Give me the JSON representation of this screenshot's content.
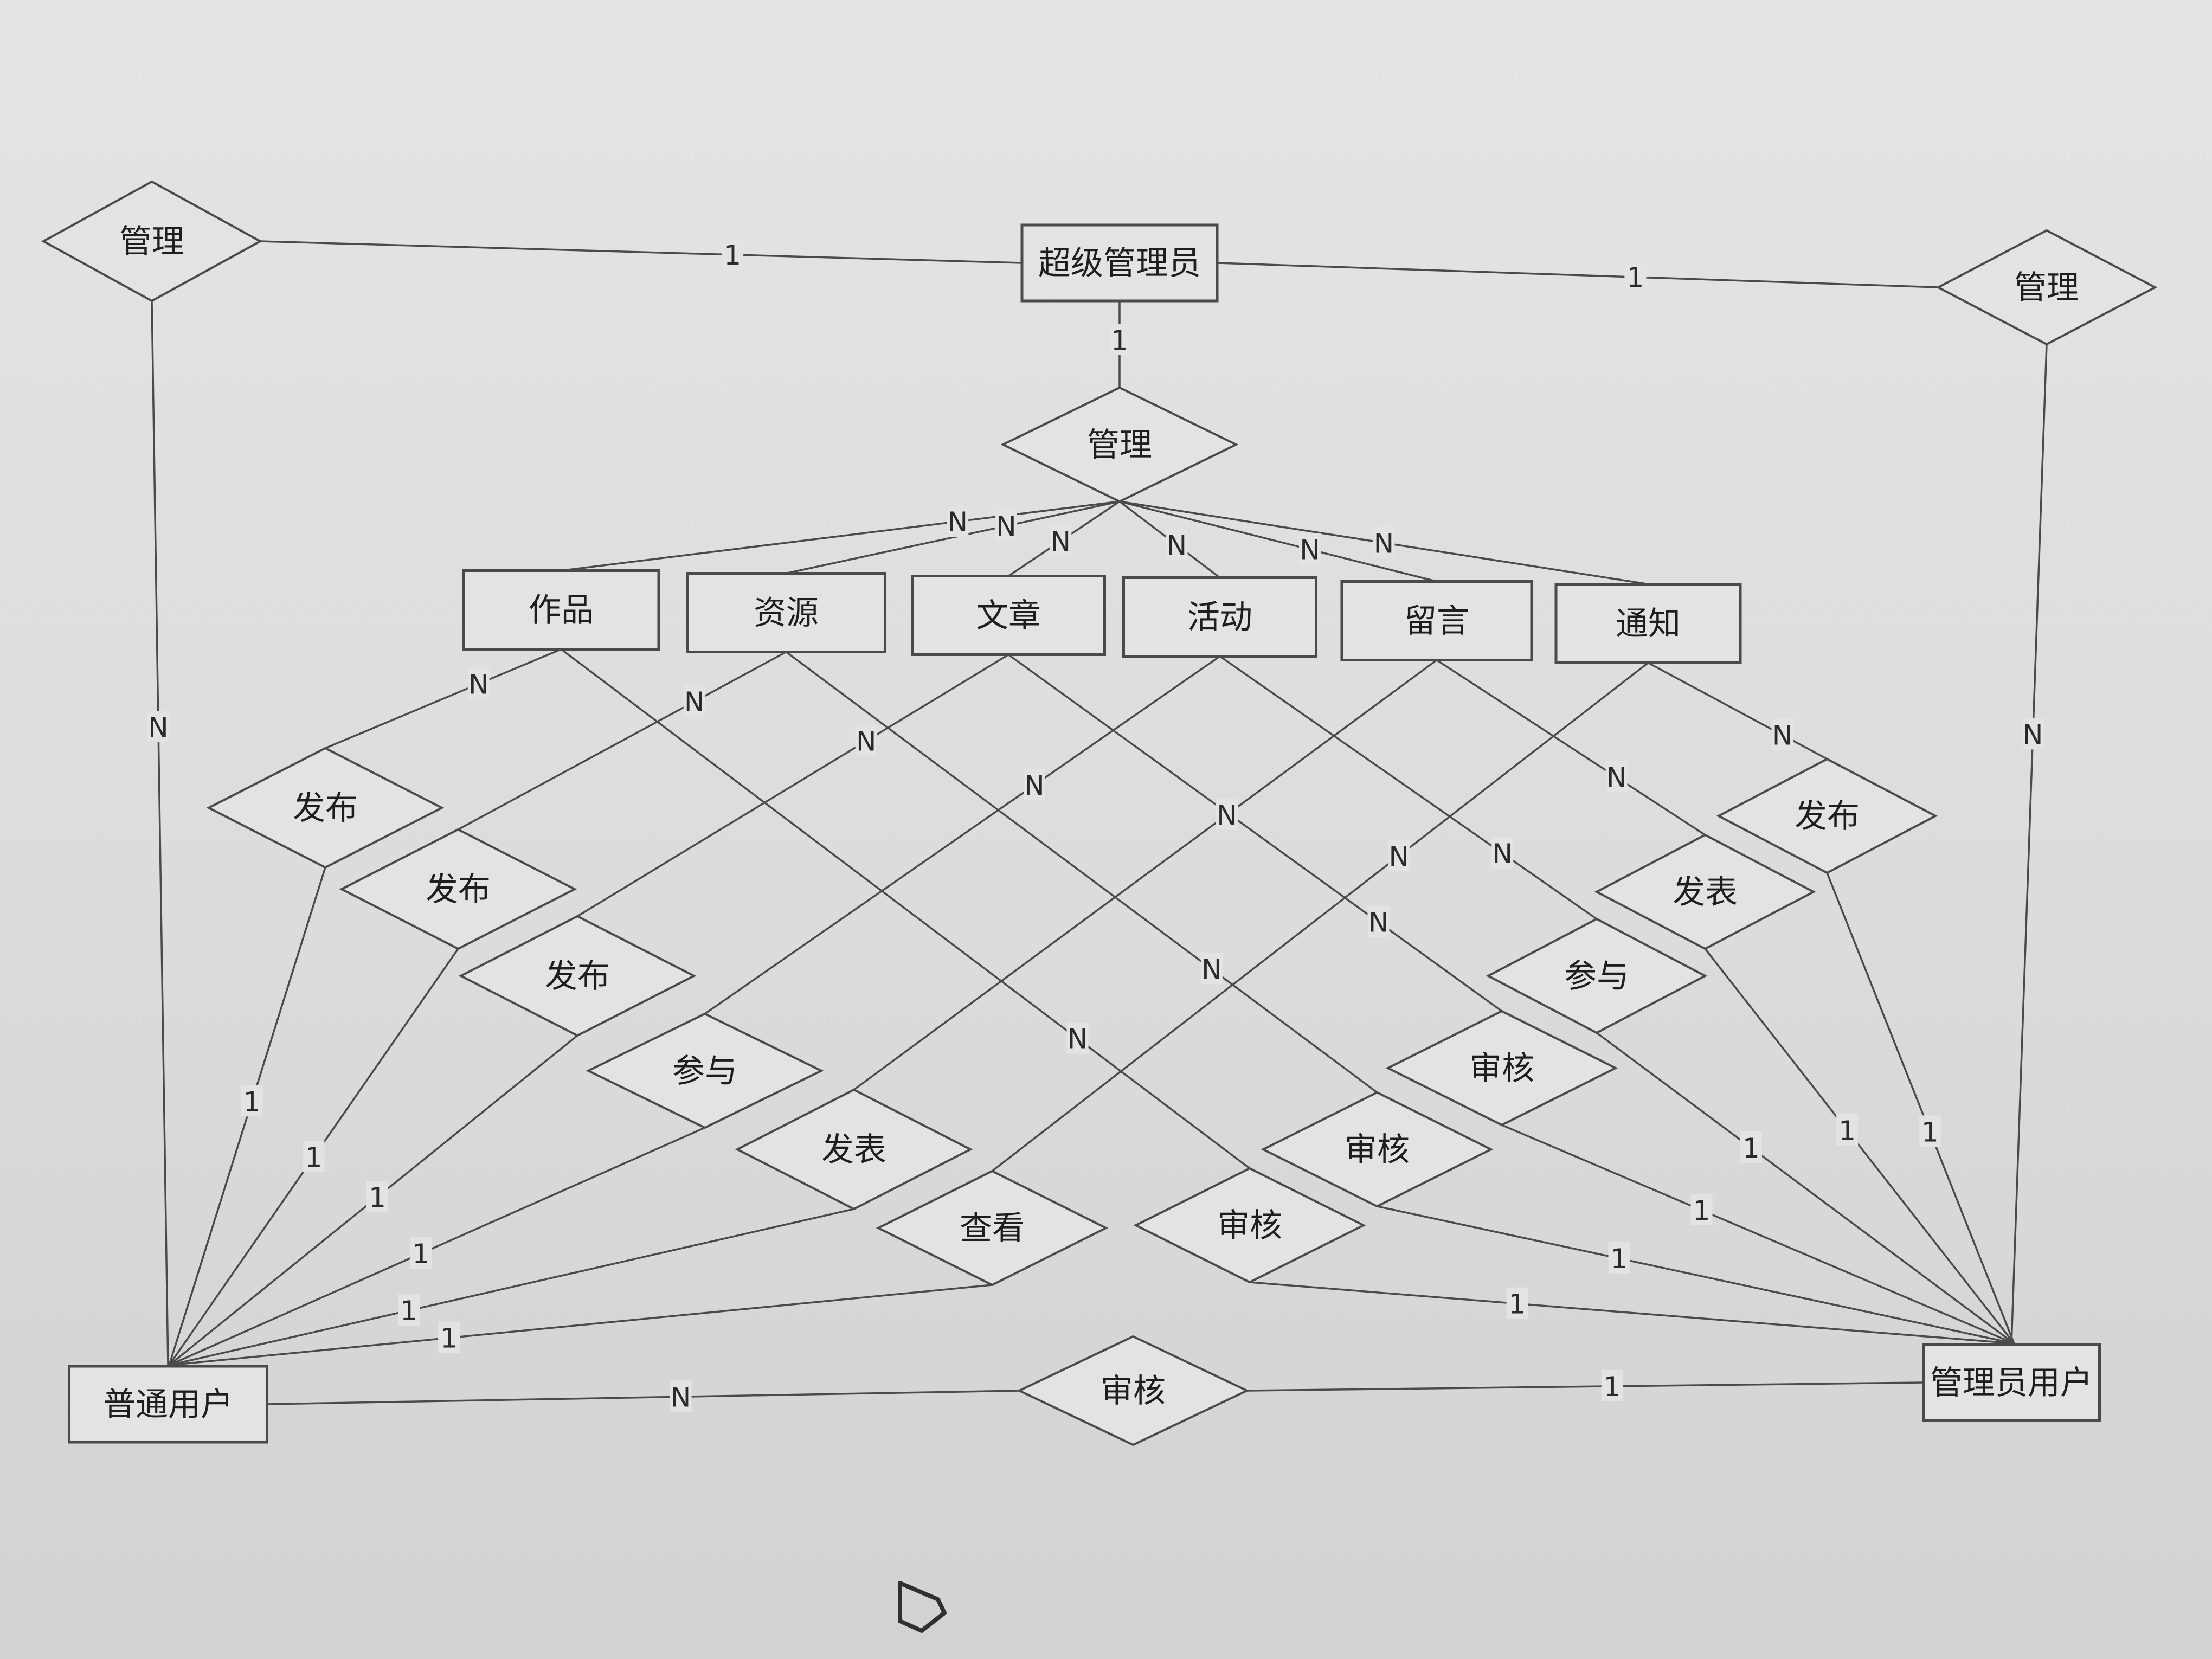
{
  "entities": [
    {
      "id": "super_admin",
      "label": "超级管理员"
    },
    {
      "id": "works",
      "label": "作品"
    },
    {
      "id": "resources",
      "label": "资源"
    },
    {
      "id": "articles",
      "label": "文章"
    },
    {
      "id": "activities",
      "label": "活动"
    },
    {
      "id": "messages",
      "label": "留言"
    },
    {
      "id": "notices",
      "label": "通知"
    },
    {
      "id": "user",
      "label": "普通用户"
    },
    {
      "id": "admin_user",
      "label": "管理员用户"
    }
  ],
  "relationships": [
    {
      "id": "r_manage_left",
      "label": "管理"
    },
    {
      "id": "r_manage_right",
      "label": "管理"
    },
    {
      "id": "r_manage_center",
      "label": "管理"
    },
    {
      "id": "r_u_pub_works",
      "label": "发布"
    },
    {
      "id": "r_u_pub_res",
      "label": "发布"
    },
    {
      "id": "r_u_pub_art",
      "label": "发布"
    },
    {
      "id": "r_u_join_act",
      "label": "参与"
    },
    {
      "id": "r_u_post_msg",
      "label": "发表"
    },
    {
      "id": "r_u_view_notice",
      "label": "查看"
    },
    {
      "id": "r_a_review_works",
      "label": "审核"
    },
    {
      "id": "r_a_review_res",
      "label": "审核"
    },
    {
      "id": "r_a_review_art",
      "label": "审核"
    },
    {
      "id": "r_a_join_act",
      "label": "参与"
    },
    {
      "id": "r_a_post_msg",
      "label": "发表"
    },
    {
      "id": "r_a_pub_notice",
      "label": "发布"
    },
    {
      "id": "r_review_user",
      "label": "审核"
    }
  ],
  "edges": [
    {
      "id": "e1",
      "from": "r_manage_left",
      "to": "super_admin",
      "label": "1"
    },
    {
      "id": "e2",
      "from": "r_manage_left",
      "to": "user",
      "label": "N"
    },
    {
      "id": "e3",
      "from": "super_admin",
      "to": "r_manage_right",
      "label": "1"
    },
    {
      "id": "e4",
      "from": "r_manage_right",
      "to": "admin_user",
      "label": "N"
    },
    {
      "id": "e5",
      "from": "super_admin",
      "to": "r_manage_center",
      "label": "1"
    },
    {
      "id": "e6",
      "from": "r_manage_center",
      "to": "works",
      "label": "N"
    },
    {
      "id": "e7",
      "from": "r_manage_center",
      "to": "resources",
      "label": "N"
    },
    {
      "id": "e8",
      "from": "r_manage_center",
      "to": "articles",
      "label": "N"
    },
    {
      "id": "e9",
      "from": "r_manage_center",
      "to": "activities",
      "label": "N"
    },
    {
      "id": "e10",
      "from": "r_manage_center",
      "to": "messages",
      "label": "N"
    },
    {
      "id": "e11",
      "from": "r_manage_center",
      "to": "notices",
      "label": "N"
    },
    {
      "id": "e12",
      "from": "works",
      "to": "r_u_pub_works",
      "label": "N"
    },
    {
      "id": "e13",
      "from": "resources",
      "to": "r_u_pub_res",
      "label": "N"
    },
    {
      "id": "e14",
      "from": "articles",
      "to": "r_u_pub_art",
      "label": "N"
    },
    {
      "id": "e15",
      "from": "activities",
      "to": "r_u_join_act",
      "label": "N"
    },
    {
      "id": "e16",
      "from": "messages",
      "to": "r_u_post_msg",
      "label": "N"
    },
    {
      "id": "e17",
      "from": "notices",
      "to": "r_u_view_notice",
      "label": "N"
    },
    {
      "id": "e18",
      "from": "works",
      "to": "r_a_review_works",
      "label": "N"
    },
    {
      "id": "e19",
      "from": "resources",
      "to": "r_a_review_res",
      "label": "N"
    },
    {
      "id": "e20",
      "from": "articles",
      "to": "r_a_review_art",
      "label": "N"
    },
    {
      "id": "e21",
      "from": "activities",
      "to": "r_a_join_act",
      "label": "N"
    },
    {
      "id": "e22",
      "from": "messages",
      "to": "r_a_post_msg",
      "label": "N"
    },
    {
      "id": "e23",
      "from": "notices",
      "to": "r_a_pub_notice",
      "label": "N"
    },
    {
      "id": "e24",
      "from": "r_u_pub_works",
      "to": "user",
      "label": "1"
    },
    {
      "id": "e25",
      "from": "r_u_pub_res",
      "to": "user",
      "label": "1"
    },
    {
      "id": "e26",
      "from": "r_u_pub_art",
      "to": "user",
      "label": "1"
    },
    {
      "id": "e27",
      "from": "r_u_join_act",
      "to": "user",
      "label": "1"
    },
    {
      "id": "e28",
      "from": "r_u_post_msg",
      "to": "user",
      "label": "1"
    },
    {
      "id": "e29",
      "from": "r_u_view_notice",
      "to": "user",
      "label": "1"
    },
    {
      "id": "e30",
      "from": "r_a_pub_notice",
      "to": "admin_user",
      "label": "1"
    },
    {
      "id": "e31",
      "from": "r_a_post_msg",
      "to": "admin_user",
      "label": "1"
    },
    {
      "id": "e32",
      "from": "r_a_join_act",
      "to": "admin_user",
      "label": "1"
    },
    {
      "id": "e33",
      "from": "r_a_review_art",
      "to": "admin_user",
      "label": "1"
    },
    {
      "id": "e34",
      "from": "r_a_review_res",
      "to": "admin_user",
      "label": "1"
    },
    {
      "id": "e35",
      "from": "r_a_review_works",
      "to": "admin_user",
      "label": "1"
    },
    {
      "id": "e36",
      "from": "user",
      "to": "r_review_user",
      "label": "N"
    },
    {
      "id": "e37",
      "from": "r_review_user",
      "to": "admin_user",
      "label": "1"
    }
  ]
}
